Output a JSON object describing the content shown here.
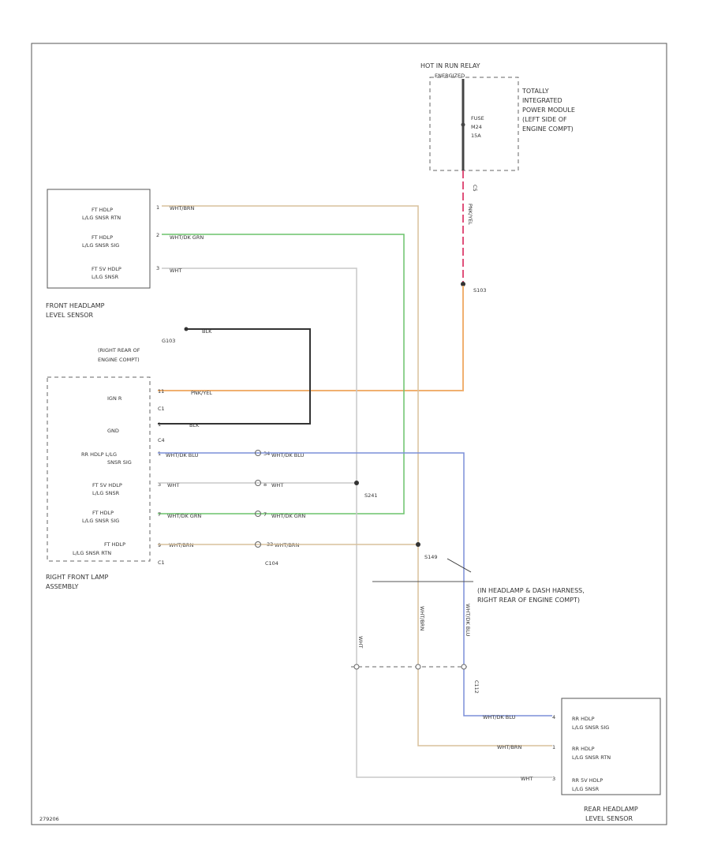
{
  "colors": {
    "tn_yl": "#f0b070",
    "wt_dg": "#6cc36c",
    "wt": "#c8c8c8",
    "pk_yl": "#e0507a",
    "bl": "#333333",
    "wt_lb": "#7c8fd8",
    "wt_brn": "#d8c09c"
  },
  "diagram_id": "279206",
  "relay": {
    "title": "HOT IN RUN RELAY",
    "energized": "ENERGIZED"
  },
  "tipm": {
    "lines": [
      "TOTALLY",
      "INTEGRATED",
      "POWER MODULE",
      "(LEFT SIDE OF",
      "ENGINE COMPT)"
    ]
  },
  "fuse": {
    "lines": [
      "FUSE",
      "M24",
      "15A"
    ]
  },
  "tipm_connector": "C5",
  "wire_pk_yl_label": "PNK/YEL",
  "splice_s103": "S103",
  "front_sensor": {
    "name": [
      "FRONT HEADLAMP",
      "LEVEL SENSOR"
    ],
    "pins": [
      {
        "num": "1",
        "label": [
          "FT HDLP",
          "L/LG SNSR RTN"
        ],
        "wire": "WHT/BRN"
      },
      {
        "num": "2",
        "label": [
          "FT HDLP",
          "L/LG SNSR SIG"
        ],
        "wire": "WHT/DK GRN"
      },
      {
        "num": "3",
        "label": [
          "FT 5V HDLP",
          "L/LG SNSR"
        ],
        "wire": "WHT"
      }
    ]
  },
  "ground": {
    "code": "G103",
    "location": [
      "(RIGHT REAR OF",
      "ENGINE COMPT)"
    ],
    "wire": "BLK"
  },
  "rf_lamp": {
    "name": [
      "RIGHT FRONT LAMP",
      "ASSEMBLY"
    ],
    "pins": [
      {
        "label": [
          "IGN R"
        ],
        "num": "11",
        "conn": "C1",
        "wire": "PNK/YEL"
      },
      {
        "label": [
          "GND"
        ],
        "num": "1",
        "conn": "C4",
        "wire": "BLK"
      },
      {
        "label": [
          "RR HDLP L/LG",
          "SNSR SIG"
        ],
        "num": "1",
        "wire": "WHT/DK BLU",
        "inline_pin": "34",
        "inline_wire": "WHT/DK BLU"
      },
      {
        "label": [
          "FT 5V HDLP",
          "L/LG SNSR"
        ],
        "num": "3",
        "wire": "WHT",
        "inline_pin": "8",
        "inline_wire": "WHT"
      },
      {
        "label": [
          "FT HDLP",
          "L/LG SNSR SIG"
        ],
        "num": "7",
        "wire": "WHT/DK GRN",
        "inline_pin": "7",
        "inline_wire": "WHT/DK GRN"
      },
      {
        "label": [
          "FT HDLP",
          "L/LG SNSR RTN"
        ],
        "num": "9",
        "conn": "C1",
        "wire": "WHT/BRN",
        "inline_pin": "33",
        "inline_wire": "WHT/BRN"
      }
    ]
  },
  "splice_s241": "S241",
  "inline_conn": "C104",
  "splice_s149": "S149",
  "harness_note": [
    "(IN HEADLAMP & DASH HARNESS,",
    "RIGHT REAR OF ENGINE COMPT)"
  ],
  "vertical_wires": [
    "WHT",
    "WHT/BRN",
    "WHT/DK BLU"
  ],
  "conn_c112": "C112",
  "rear_sensor": {
    "name": [
      "REAR HEADLAMP",
      "LEVEL SENSOR"
    ],
    "pins": [
      {
        "num": "4",
        "wire": "WHT/DK BLU",
        "label": [
          "RR HDLP",
          "L/LG SNSR SIG"
        ]
      },
      {
        "num": "1",
        "wire": "WHT/BRN",
        "label": [
          "RR HDLP",
          "L/LG SNSR RTN"
        ]
      },
      {
        "num": "3",
        "wire": "WHT",
        "label": [
          "RR 5V HDLP",
          "L/LG SNSR"
        ]
      }
    ]
  }
}
